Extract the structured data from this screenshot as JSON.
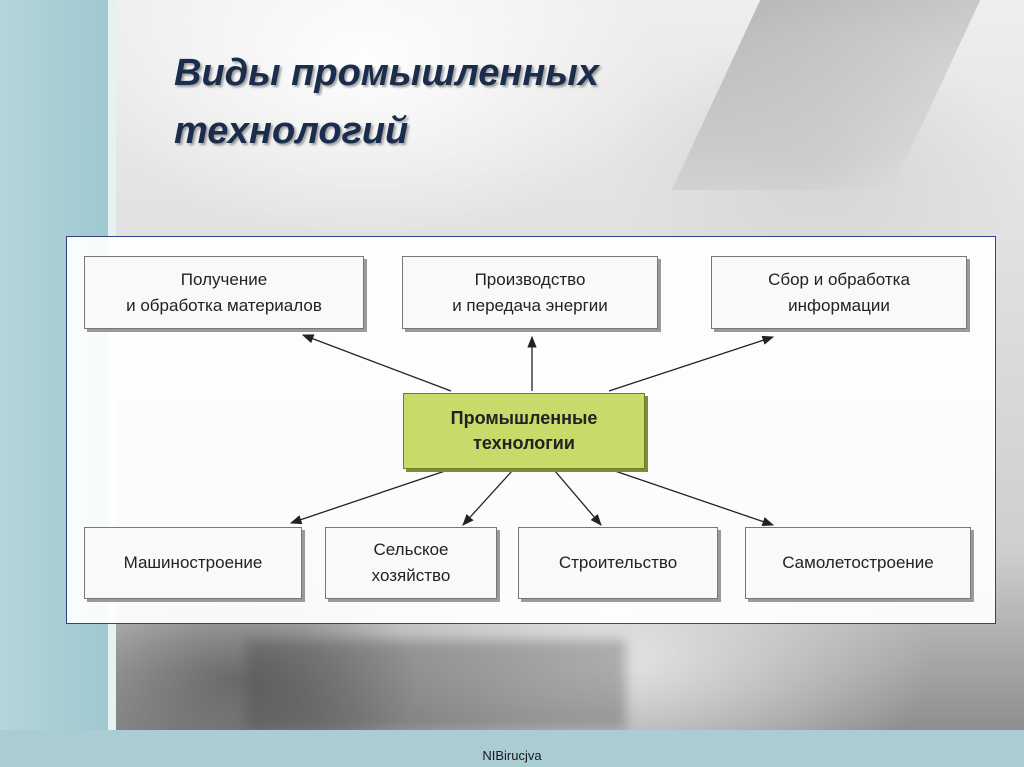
{
  "slide": {
    "title_line1": "Виды промышленных",
    "title_line2": "технологий",
    "footer": "NIBirucjva"
  },
  "diagram": {
    "center": {
      "line1": "Промышленные",
      "line2": "технологии"
    },
    "top": [
      {
        "line1": "Получение",
        "line2": "и обработка материалов"
      },
      {
        "line1": "Производство",
        "line2": "и передача энергии"
      },
      {
        "line1": "Сбор и обработка",
        "line2": "информации"
      }
    ],
    "bottom": [
      {
        "line1": "Машиностроение",
        "line2": ""
      },
      {
        "line1": "Сельское",
        "line2": "хозяйство"
      },
      {
        "line1": "Строительство",
        "line2": ""
      },
      {
        "line1": "Самолетостроение",
        "line2": ""
      }
    ]
  },
  "colors": {
    "accent_band": "#a9cdd3",
    "title": "#1b2d4d",
    "center_box": "#c6db6a",
    "frame_border": "#34408a"
  }
}
